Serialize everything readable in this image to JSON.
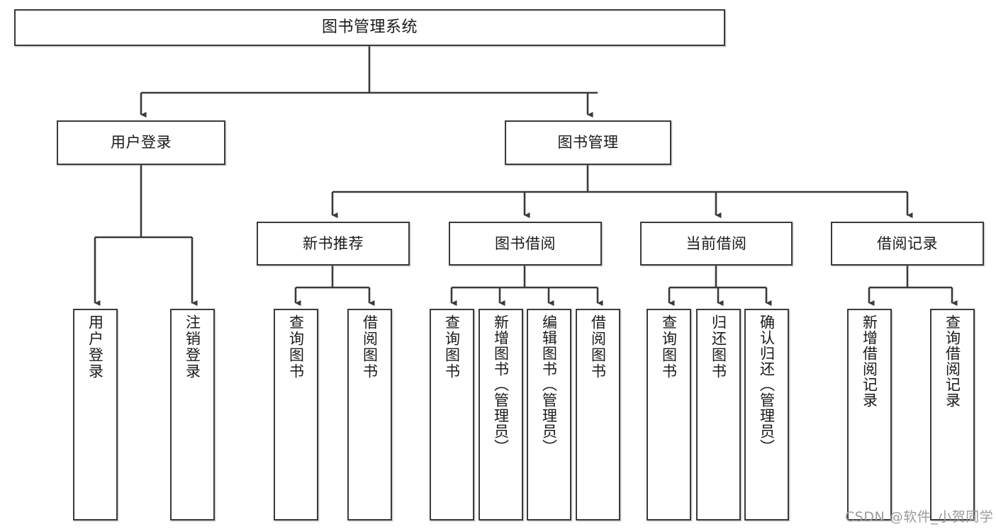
{
  "diagram": {
    "type": "hierarchy-tree",
    "title": "图书管理系统",
    "watermark": "CSDN @软件_小贺同学",
    "colors": {
      "box_border": "#3a3a3a",
      "box_fill": "#ffffff",
      "connector": "#3a3a3a",
      "text": "#1a1a1a",
      "watermark": "#9a9a9a",
      "background": "#ffffff"
    },
    "root": {
      "label": "图书管理系统"
    },
    "level1": [
      {
        "id": "user-login",
        "label": "用户登录"
      },
      {
        "id": "book-manage",
        "label": "图书管理"
      }
    ],
    "level2": [
      {
        "id": "new-book-recommend",
        "label": "新书推荐",
        "parent": "book-manage"
      },
      {
        "id": "book-borrow",
        "label": "图书借阅",
        "parent": "book-manage"
      },
      {
        "id": "current-borrow",
        "label": "当前借阅",
        "parent": "book-manage"
      },
      {
        "id": "borrow-record",
        "label": "借阅记录",
        "parent": "book-manage"
      }
    ],
    "leaves": {
      "user_login": [
        {
          "id": "leaf-user-login",
          "label": "用户登录"
        },
        {
          "id": "leaf-logout-login",
          "label": "注销登录"
        }
      ],
      "new_book_recommend": [
        {
          "id": "leaf-query-book-1",
          "label": "查询图书"
        },
        {
          "id": "leaf-borrow-book-1",
          "label": "借阅图书"
        }
      ],
      "book_borrow": [
        {
          "id": "leaf-query-book-2",
          "label": "查询图书"
        },
        {
          "id": "leaf-add-book",
          "label": "新增图书（管理员）"
        },
        {
          "id": "leaf-edit-book",
          "label": "编辑图书（管理员）"
        },
        {
          "id": "leaf-borrow-book-2",
          "label": "借阅图书"
        }
      ],
      "current_borrow": [
        {
          "id": "leaf-query-book-3",
          "label": "查询图书"
        },
        {
          "id": "leaf-return-book",
          "label": "归还图书"
        },
        {
          "id": "leaf-confirm-return",
          "label": "确认归还（管理员）"
        }
      ],
      "borrow_record": [
        {
          "id": "leaf-add-record",
          "label": "新增借阅记录"
        },
        {
          "id": "leaf-query-record",
          "label": "查询借阅记录"
        }
      ]
    }
  }
}
